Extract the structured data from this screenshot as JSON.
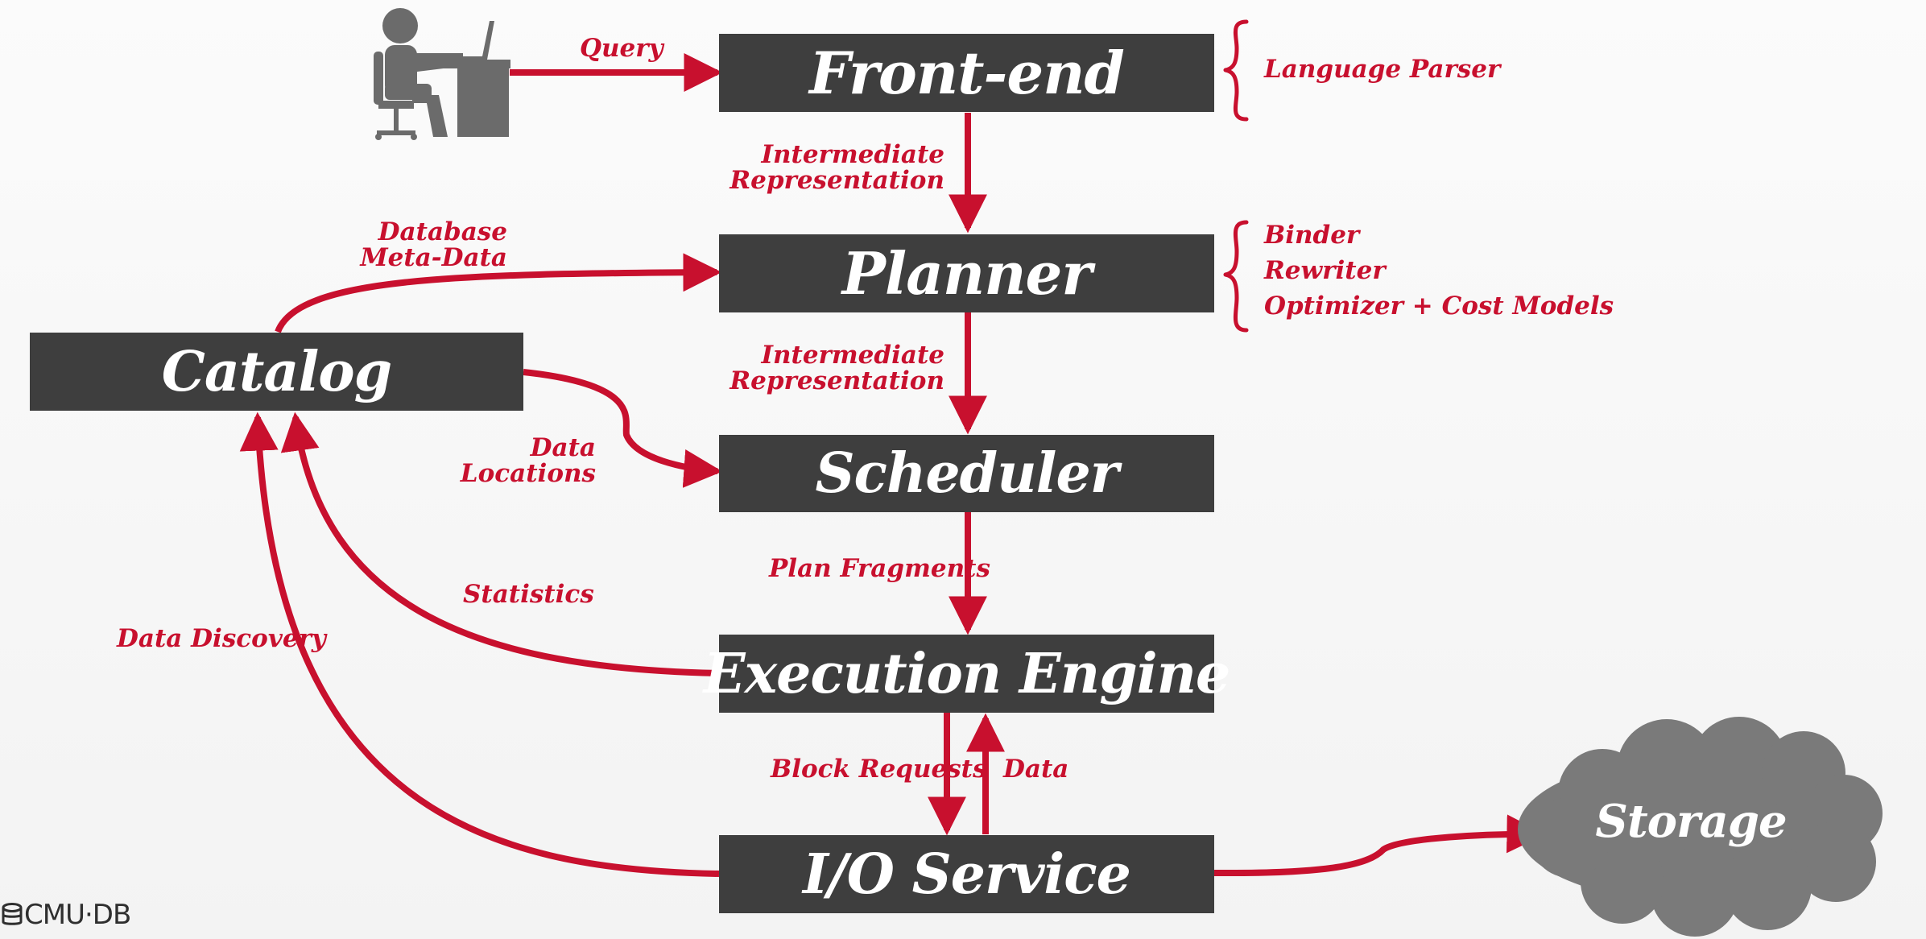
{
  "components": {
    "frontend": "Front-end",
    "planner": "Planner",
    "scheduler": "Scheduler",
    "execution_engine": "Execution Engine",
    "io_service": "I/O Service",
    "catalog": "Catalog",
    "storage": "Storage"
  },
  "edges": {
    "query": "Query",
    "ir_1_line1": "Intermediate",
    "ir_1_line2": "Representation",
    "ir_2_line1": "Intermediate",
    "ir_2_line2": "Representation",
    "db_meta_line1": "Database",
    "db_meta_line2": "Meta-Data",
    "data_locations_line1": "Data",
    "data_locations_line2": "Locations",
    "plan_fragments": "Plan Fragments",
    "statistics": "Statistics",
    "data_discovery": "Data Discovery",
    "block_requests": "Block Requests",
    "data": "Data"
  },
  "annotations": {
    "frontend": [
      "Language Parser"
    ],
    "planner": [
      "Binder",
      "Rewriter",
      "Optimizer + Cost Models"
    ]
  },
  "logo": {
    "text": "CMU·DB"
  },
  "colors": {
    "accent": "#c8102e",
    "box": "#3e3e3e",
    "storage": "#7a7a7a",
    "icon": "#6b6b6b"
  }
}
